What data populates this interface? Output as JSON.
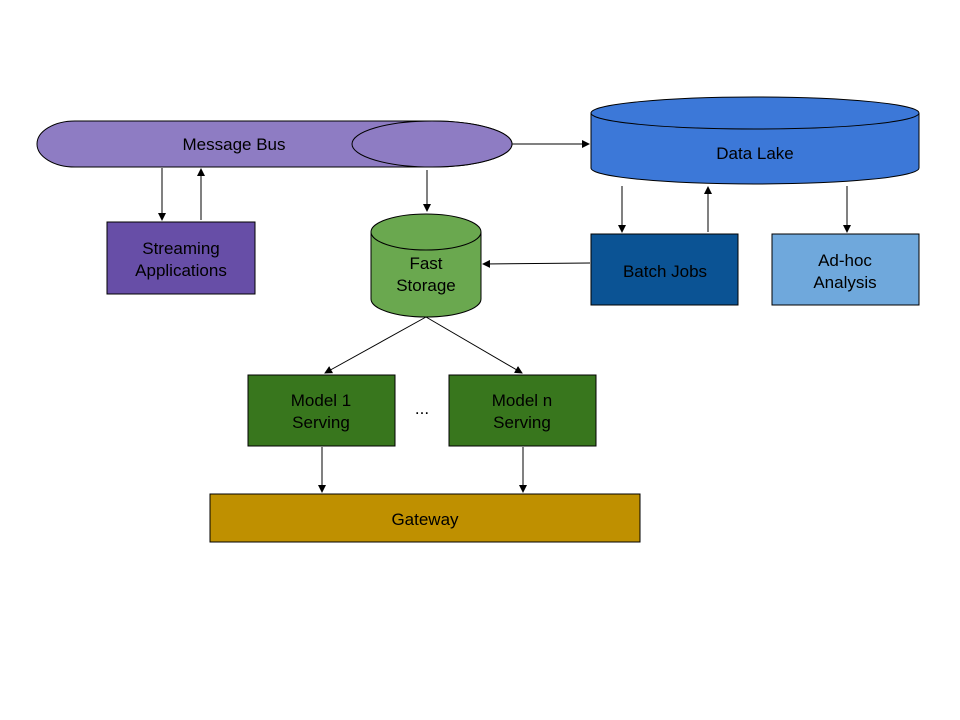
{
  "nodes": {
    "message_bus": {
      "label": "Message Bus",
      "color": "#8e7cc3"
    },
    "data_lake": {
      "label": "Data Lake",
      "color": "#3c78d8"
    },
    "streaming_apps": {
      "line1": "Streaming",
      "line2": "Applications",
      "color": "#674ea7"
    },
    "fast_storage": {
      "line1": "Fast",
      "line2": "Storage",
      "color": "#6aa84f"
    },
    "batch_jobs": {
      "label": "Batch Jobs",
      "color": "#0b5394"
    },
    "adhoc_analysis": {
      "line1": "Ad-hoc",
      "line2": "Analysis",
      "color": "#6fa8dc"
    },
    "model_1": {
      "line1": "Model 1",
      "line2": "Serving",
      "color": "#38761d"
    },
    "model_n": {
      "line1": "Model n",
      "line2": "Serving",
      "color": "#38761d"
    },
    "ellipsis": {
      "label": "..."
    },
    "gateway": {
      "label": "Gateway",
      "color": "#bf9000"
    }
  }
}
